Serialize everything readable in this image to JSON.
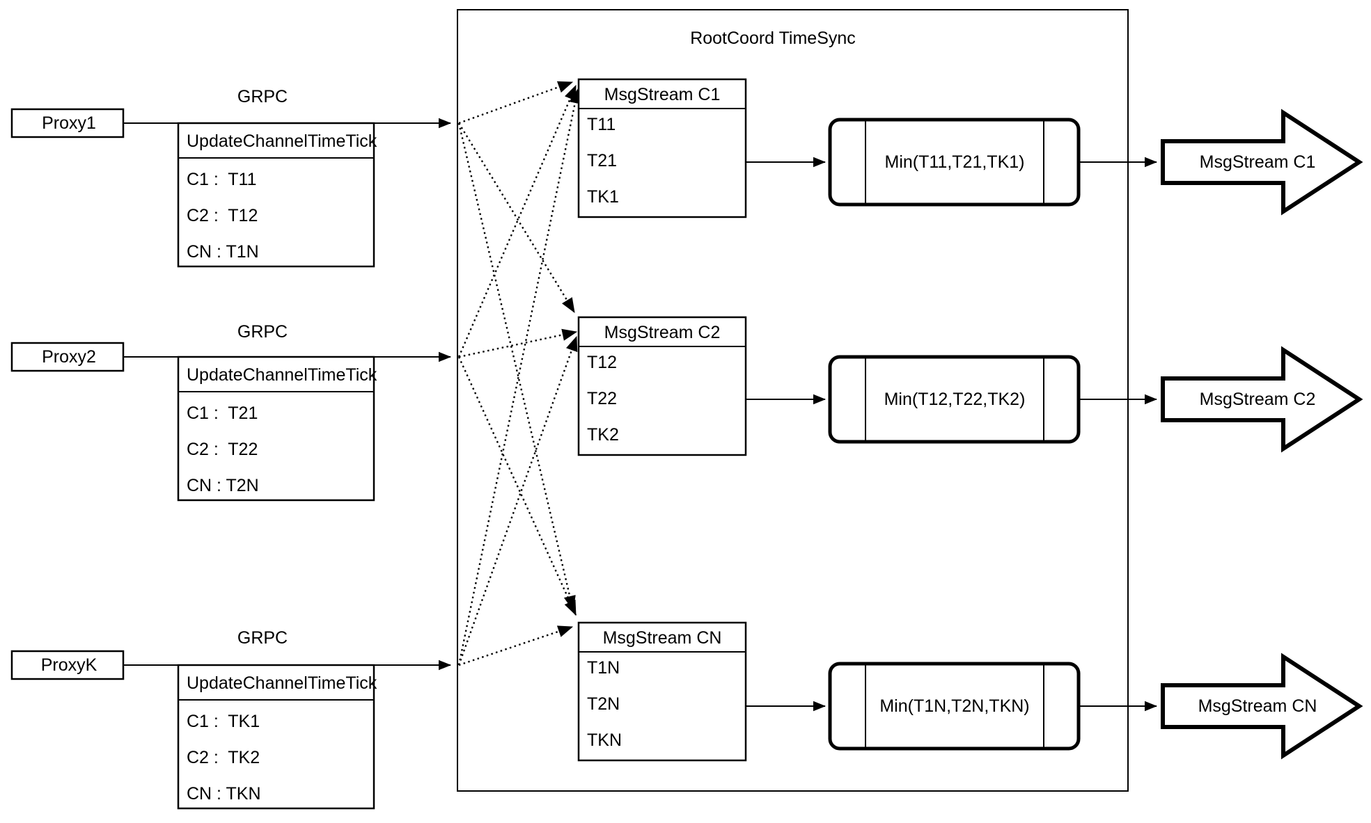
{
  "title": "RootCoord TimeSync",
  "colors": {
    "stroke": "#000000",
    "background": "#ffffff"
  },
  "proxies": [
    {
      "name": "Proxy1",
      "protocol": "GRPC",
      "table_header": "UpdateChannelTimeTick",
      "rows": [
        "C1 :  T11",
        "C2 :  T12",
        "CN : T1N"
      ]
    },
    {
      "name": "Proxy2",
      "protocol": "GRPC",
      "table_header": "UpdateChannelTimeTick",
      "rows": [
        "C1 :  T21",
        "C2 :  T22",
        "CN : T2N"
      ]
    },
    {
      "name": "ProxyK",
      "protocol": "GRPC",
      "table_header": "UpdateChannelTimeTick",
      "rows": [
        "C1 :  TK1",
        "C2 :  TK2",
        "CN : TKN"
      ]
    }
  ],
  "streams": [
    {
      "table_header": "MsgStream C1",
      "rows": [
        "T11",
        "T21",
        "TK1"
      ],
      "min": "Min(T11,T21,TK1)",
      "output": "MsgStream C1"
    },
    {
      "table_header": "MsgStream C2",
      "rows": [
        "T12",
        "T22",
        "TK2"
      ],
      "min": "Min(T12,T22,TK2)",
      "output": "MsgStream C2"
    },
    {
      "table_header": "MsgStream CN",
      "rows": [
        "T1N",
        "T2N",
        "TKN"
      ],
      "min": "Min(T1N,T2N,TKN)",
      "output": "MsgStream CN"
    }
  ]
}
